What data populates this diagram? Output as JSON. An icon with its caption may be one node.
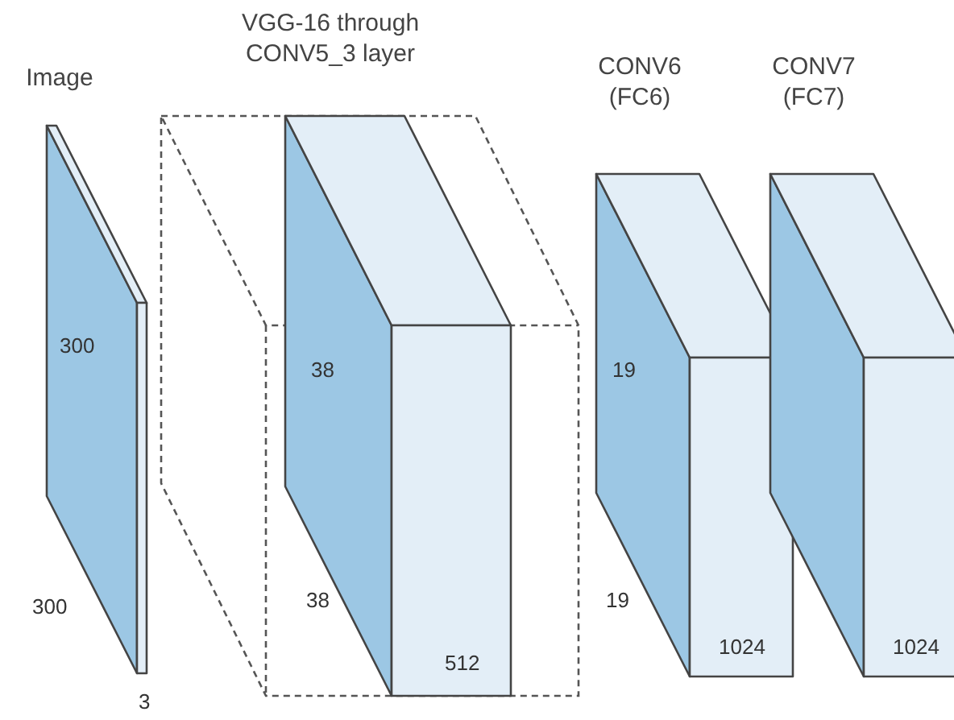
{
  "diagram": {
    "nodes": [
      {
        "text": [
          "Image",
          "300",
          "300",
          "3"
        ]
      },
      {
        "text": [
          "VGG-16 through CONV5_3 layer",
          "38",
          "38",
          "512"
        ]
      },
      {
        "text": [
          "CONV6 (FC6)",
          "19",
          "19",
          "1024"
        ]
      },
      {
        "text": [
          "CONV7 (FC7)",
          "1024"
        ]
      }
    ]
  }
}
